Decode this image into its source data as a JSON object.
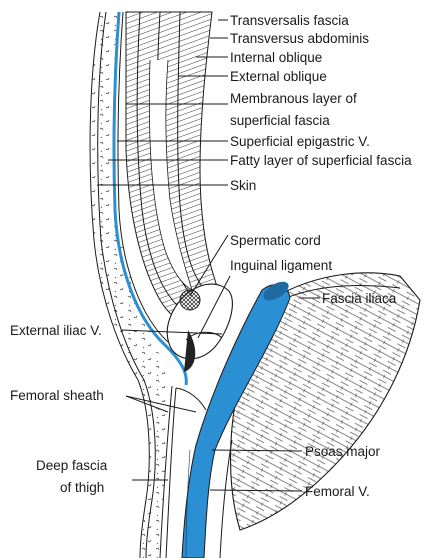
{
  "labels": {
    "transversalis_fascia": "Transversalis fascia",
    "transversus_abdominis": "Transversus abdominis",
    "internal_oblique": "Internal oblique",
    "external_oblique": "External oblique",
    "membranous_layer_1": "Membranous layer of",
    "membranous_layer_2": "superficial fascia",
    "superficial_epigastric": "Superficial epigastric V.",
    "fatty_layer": "Fatty layer of superficial fascia",
    "skin": "Skin",
    "spermatic_cord": "Spermatic cord",
    "inguinal_ligament": "Inguinal ligament",
    "fascia_iliaca": "Fascia iliaca",
    "external_iliac": "External iliac V.",
    "femoral_sheath": "Femoral sheath",
    "psoas_major": "Psoas major",
    "deep_fascia_1": "Deep fascia",
    "deep_fascia_2": "of thigh",
    "femoral_v": "Femoral V."
  },
  "colors": {
    "vein": "#2a8fd3",
    "line": "#1a1a1a"
  }
}
